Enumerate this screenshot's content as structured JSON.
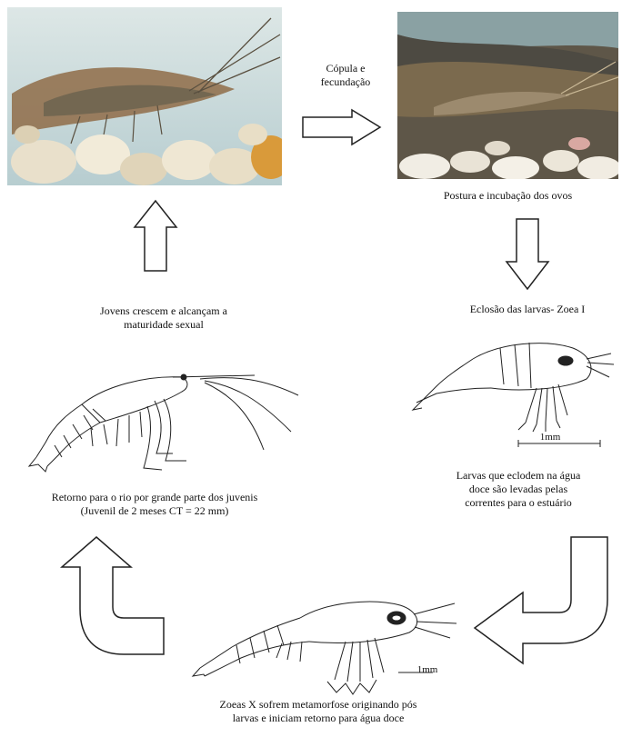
{
  "labels": {
    "copula": [
      "Cópula e",
      "fecundação"
    ],
    "postura": "Postura e incubação dos ovos",
    "eclosao": "Eclosão das larvas- Zoea I",
    "jovens": [
      "Jovens crescem e alcançam a",
      "maturidade sexual"
    ],
    "retorno": [
      "Retorno para o rio por grande parte dos juvenis",
      "(Juvenil de 2 meses CT = 22 mm)"
    ],
    "larvas": [
      "Larvas que eclodem na água",
      "doce são levadas pelas",
      "correntes para o estuário"
    ],
    "zoeas": [
      "Zoeas  X  sofrem metamorfose originando pós",
      "larvas e iniciam retorno para água doce"
    ],
    "scale_top": "1mm",
    "scale_bottom": "1mm"
  },
  "photos": [
    {
      "name": "adult-shrimp-photo",
      "subject": "shrimp on pebbles"
    },
    {
      "name": "egg-incubation-photo",
      "subject": "shrimp on rock"
    }
  ],
  "colors": {
    "line": "#222222",
    "water": "#b9cdd0",
    "pebble": "#e6ddc6",
    "rock": "#5e5648"
  }
}
